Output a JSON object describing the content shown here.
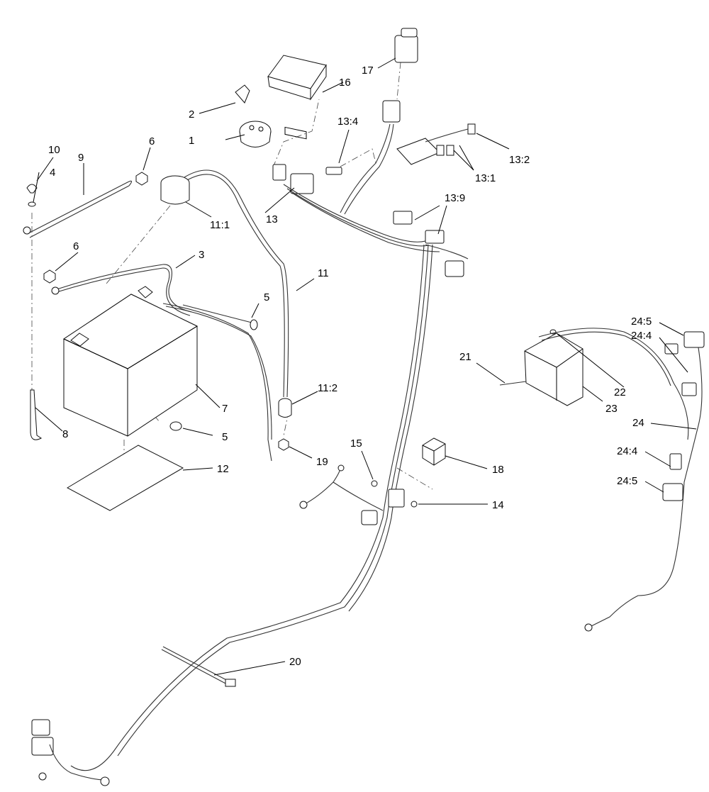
{
  "callouts": {
    "c1": "1",
    "c2": "2",
    "c3": "3",
    "c4": "4",
    "c5a": "5",
    "c5b": "5",
    "c6a": "6",
    "c6b": "6",
    "c7": "7",
    "c8": "8",
    "c9": "9",
    "c10": "10",
    "c11": "11",
    "c11_1": "11:1",
    "c11_2": "11:2",
    "c12": "12",
    "c13": "13",
    "c13_1": "13:1",
    "c13_2": "13:2",
    "c13_4": "13:4",
    "c13_9": "13:9",
    "c14": "14",
    "c15": "15",
    "c16": "16",
    "c17": "17",
    "c18": "18",
    "c19": "19",
    "c20": "20",
    "c21": "21",
    "c22": "22",
    "c23": "23",
    "c24": "24",
    "c24_4a": "24:4",
    "c24_4b": "24:4",
    "c24_5a": "24:5",
    "c24_5b": "24:5"
  }
}
